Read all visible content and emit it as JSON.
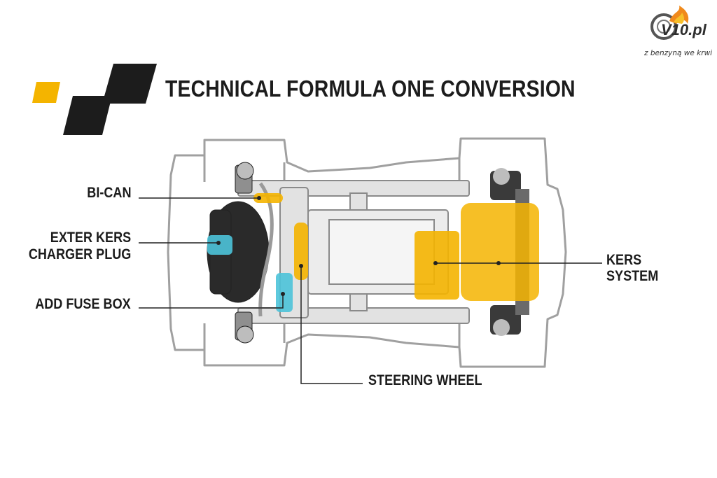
{
  "brand": {
    "name": "V10.pl",
    "tagline": "z benzyną we krwi",
    "colors": {
      "yellow": "#f4b400",
      "dark": "#1c1c1c",
      "cyan": "#4cc3d9",
      "outline": "#9a9a9a"
    }
  },
  "diagram": {
    "title": "TECHNICAL FORMULA ONE CONVERSION",
    "labels": {
      "bican": "BI-CAN",
      "exter_line1": "EXTER KERS",
      "exter_line2": "CHARGER PLUG",
      "fuse": "ADD FUSE BOX",
      "steering": "STEERING WHEEL",
      "kers_line1": "KERS",
      "kers_line2": "SYSTEM"
    },
    "icons": [
      "flag-icon",
      "tire-logo-icon",
      "flame-icon"
    ]
  }
}
